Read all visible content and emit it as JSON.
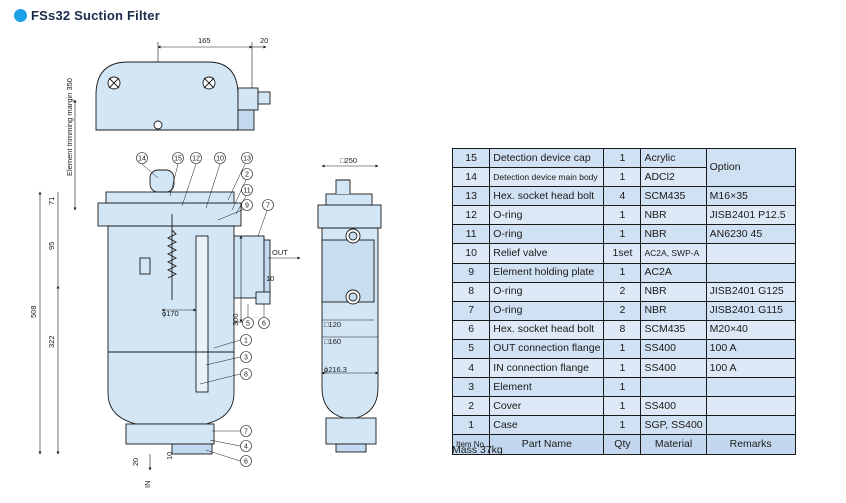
{
  "title": "FSs32 Suction Filter",
  "colors": {
    "accent": "#1ea0e6",
    "body_fill": "#d3e6f5",
    "line": "#1a1a1a",
    "table_fill": "#d6e5f4"
  },
  "dimensions": {
    "top_width": "165",
    "top_offset": "20",
    "element_margin": "Element trimming margin 350",
    "h71": "71",
    "h95": "95",
    "h508": "508",
    "h322": "322",
    "h300": "300",
    "h10a": "10",
    "h10b": "10",
    "h20": "20",
    "dia170": "ϕ170",
    "dia2163": "ϕ216.3",
    "sq250": "□250",
    "sq120": "□120",
    "sq160": "□160",
    "out_label": "OUT",
    "in_label": "IN"
  },
  "callouts": {
    "top": [
      "14",
      "15",
      "12",
      "10",
      "13"
    ],
    "right": [
      "2",
      "11",
      "9",
      "7",
      "5",
      "6",
      "1",
      "3",
      "8"
    ],
    "bottom": [
      "7",
      "4",
      "6"
    ]
  },
  "table": {
    "header": {
      "no": "Item No.",
      "name": "Part Name",
      "qty": "Qty",
      "material": "Material",
      "remarks": "Remarks"
    },
    "rows": [
      {
        "no": "15",
        "name": "Detection device cap",
        "qty": "1",
        "material": "Acrylic",
        "remarks": "Option"
      },
      {
        "no": "14",
        "name": "Detection device main body",
        "qty": "1",
        "material": "ADCl2",
        "remarks": ""
      },
      {
        "no": "13",
        "name": "Hex. socket head bolt",
        "qty": "4",
        "material": "SCM435",
        "remarks": "M16×35"
      },
      {
        "no": "12",
        "name": "O-ring",
        "qty": "1",
        "material": "NBR",
        "remarks": "JISB2401 P12.5"
      },
      {
        "no": "11",
        "name": "O-ring",
        "qty": "1",
        "material": "NBR",
        "remarks": "AN6230 45"
      },
      {
        "no": "10",
        "name": "Relief valve",
        "qty": "1set",
        "material": "AC2A, SWP-A",
        "remarks": ""
      },
      {
        "no": "9",
        "name": "Element holding plate",
        "qty": "1",
        "material": "AC2A",
        "remarks": ""
      },
      {
        "no": "8",
        "name": "O-ring",
        "qty": "2",
        "material": "NBR",
        "remarks": "JISB2401 G125"
      },
      {
        "no": "7",
        "name": "O-ring",
        "qty": "2",
        "material": "NBR",
        "remarks": "JISB2401 G115"
      },
      {
        "no": "6",
        "name": "Hex. socket head bolt",
        "qty": "8",
        "material": "SCM435",
        "remarks": "M20×40"
      },
      {
        "no": "5",
        "name": "OUT connection flange",
        "qty": "1",
        "material": "SS400",
        "remarks": "100 A"
      },
      {
        "no": "4",
        "name": "IN connection flange",
        "qty": "1",
        "material": "SS400",
        "remarks": "100 A"
      },
      {
        "no": "3",
        "name": "Element",
        "qty": "1",
        "material": "",
        "remarks": ""
      },
      {
        "no": "2",
        "name": "Cover",
        "qty": "1",
        "material": "SS400",
        "remarks": ""
      },
      {
        "no": "1",
        "name": "Case",
        "qty": "1",
        "material": "SGP, SS400",
        "remarks": ""
      }
    ]
  },
  "mass": "Mass 37kg"
}
